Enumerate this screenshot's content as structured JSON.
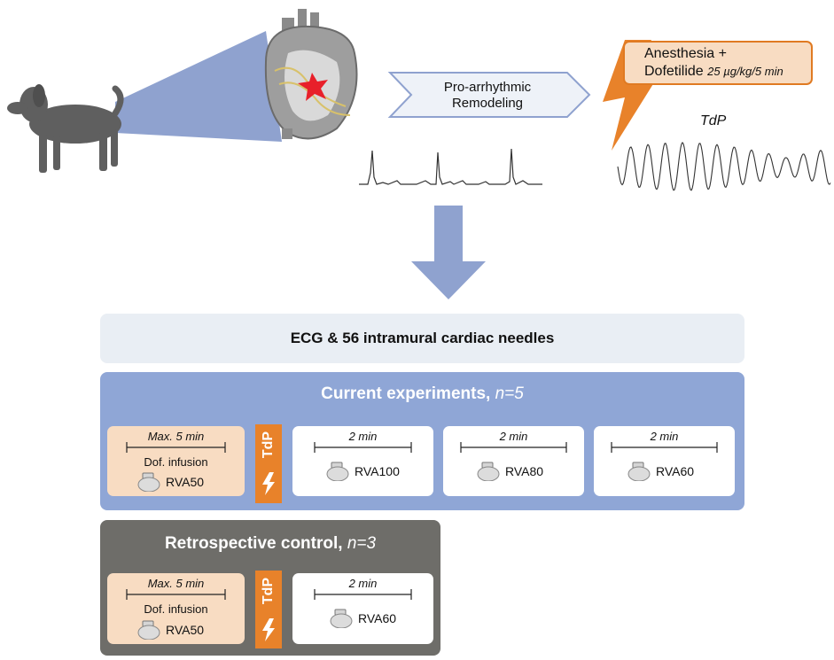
{
  "header": {
    "remodeling_label": "Pro-arrhythmic Remodeling",
    "anesthesia_line1": "Anesthesia +",
    "anesthesia_line2": "Dofetilide",
    "dose": "25 µg/kg/5 min",
    "tdp_title": "TdP"
  },
  "colors": {
    "blue_panel": "#8fa6d6",
    "gray_panel": "#6e6d69",
    "orange": "#e8822a",
    "peach": "#f8dcc2",
    "banner": "#e9eef4"
  },
  "icons": [
    "dog-icon",
    "heart-icon",
    "lightning-icon",
    "pacemaker-icon",
    "down-arrow-icon"
  ],
  "banner": {
    "text": "ECG & 56 intramural cardiac needles"
  },
  "current": {
    "title": "Current experiments,",
    "n": "n=5",
    "infusion": {
      "time": "Max. 5 min",
      "label": "Dof. infusion",
      "pacing": "RVA50"
    },
    "tdp": "TdP",
    "steps": [
      {
        "time": "2 min",
        "pacing": "RVA100"
      },
      {
        "time": "2 min",
        "pacing": "RVA80"
      },
      {
        "time": "2 min",
        "pacing": "RVA60"
      }
    ]
  },
  "retro": {
    "title": "Retrospective control,",
    "n": "n=3",
    "infusion": {
      "time": "Max. 5 min",
      "label": "Dof. infusion",
      "pacing": "RVA50"
    },
    "tdp": "TdP",
    "steps": [
      {
        "time": "2 min",
        "pacing": "RVA60"
      }
    ]
  }
}
